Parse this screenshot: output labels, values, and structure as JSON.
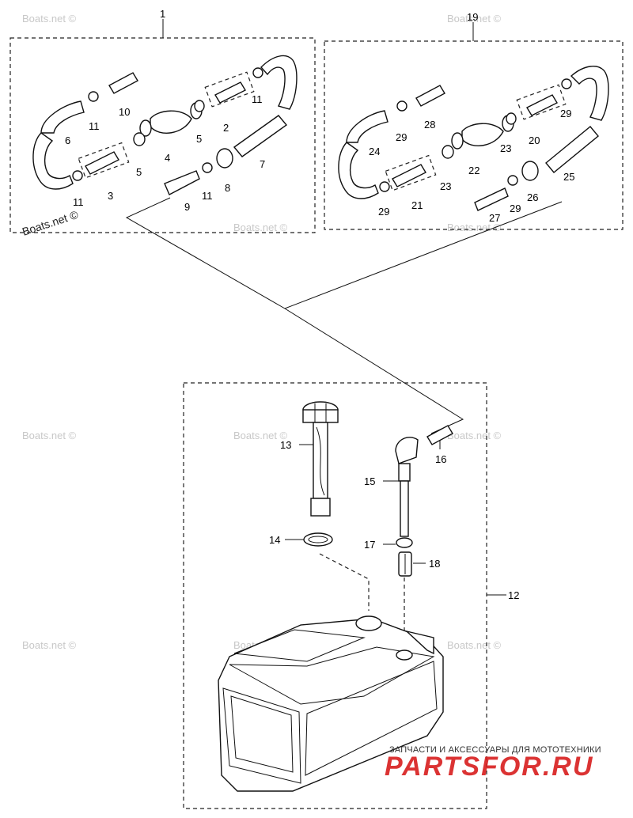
{
  "callouts": {
    "n1": "1",
    "n2": "2",
    "n3": "3",
    "n4": "4",
    "n5a": "5",
    "n5b": "5",
    "n6": "6",
    "n7": "7",
    "n8": "8",
    "n9": "9",
    "n10": "10",
    "n11a": "11",
    "n11b": "11",
    "n11c": "11",
    "n11d": "11",
    "n12": "12",
    "n13": "13",
    "n14": "14",
    "n15": "15",
    "n16": "16",
    "n17": "17",
    "n18": "18",
    "n19": "19",
    "n20": "20",
    "n21": "21",
    "n22": "22",
    "n23a": "23",
    "n23b": "23",
    "n24": "24",
    "n25": "25",
    "n26": "26",
    "n27": "27",
    "n28": "28",
    "n29a": "29",
    "n29b": "29",
    "n29c": "29",
    "n29d": "29"
  },
  "watermarks": {
    "main": "Boats.net ©",
    "faint": "Boats.net ©"
  },
  "branding": {
    "subtitle": "ЗАПЧАСТИ И АКСЕССУАРЫ ДЛЯ МОТОТЕХНИКИ",
    "logo": "PARTSFOR.RU"
  }
}
